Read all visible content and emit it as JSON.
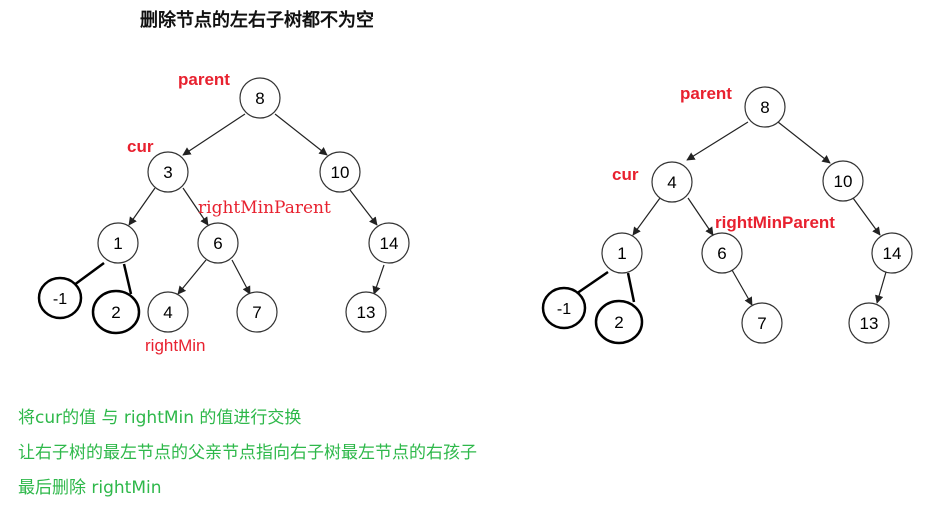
{
  "title": "删除节点的左右子树都不为空",
  "left_tree": {
    "nodes": {
      "n8": "8",
      "n3": "3",
      "n10": "10",
      "n1": "1",
      "n6": "6",
      "n14": "14",
      "nm1": "-1",
      "n2": "2",
      "n4": "4",
      "n7": "7",
      "n13": "13"
    },
    "labels": {
      "parent": "parent",
      "cur": "cur",
      "rightMinParent": "rightMinParent",
      "rightMin": "rightMin"
    }
  },
  "right_tree": {
    "nodes": {
      "n8": "8",
      "n4": "4",
      "n10": "10",
      "n1": "1",
      "n6": "6",
      "n14": "14",
      "nm1": "-1",
      "n2": "2",
      "n7": "7",
      "n13": "13"
    },
    "labels": {
      "parent": "parent",
      "cur": "cur",
      "rightMinParent": "rightMinParent"
    }
  },
  "notes": {
    "line1": "将cur的值 与 rightMin 的值进行交换",
    "line2": "让右子树的最左节点的父亲节点指向右子树最左节点的右孩子",
    "line3": "最后删除 rightMin"
  },
  "colors": {
    "label_red": "#e8212f",
    "note_green": "#2eb84a",
    "node_stroke": "#333333"
  }
}
